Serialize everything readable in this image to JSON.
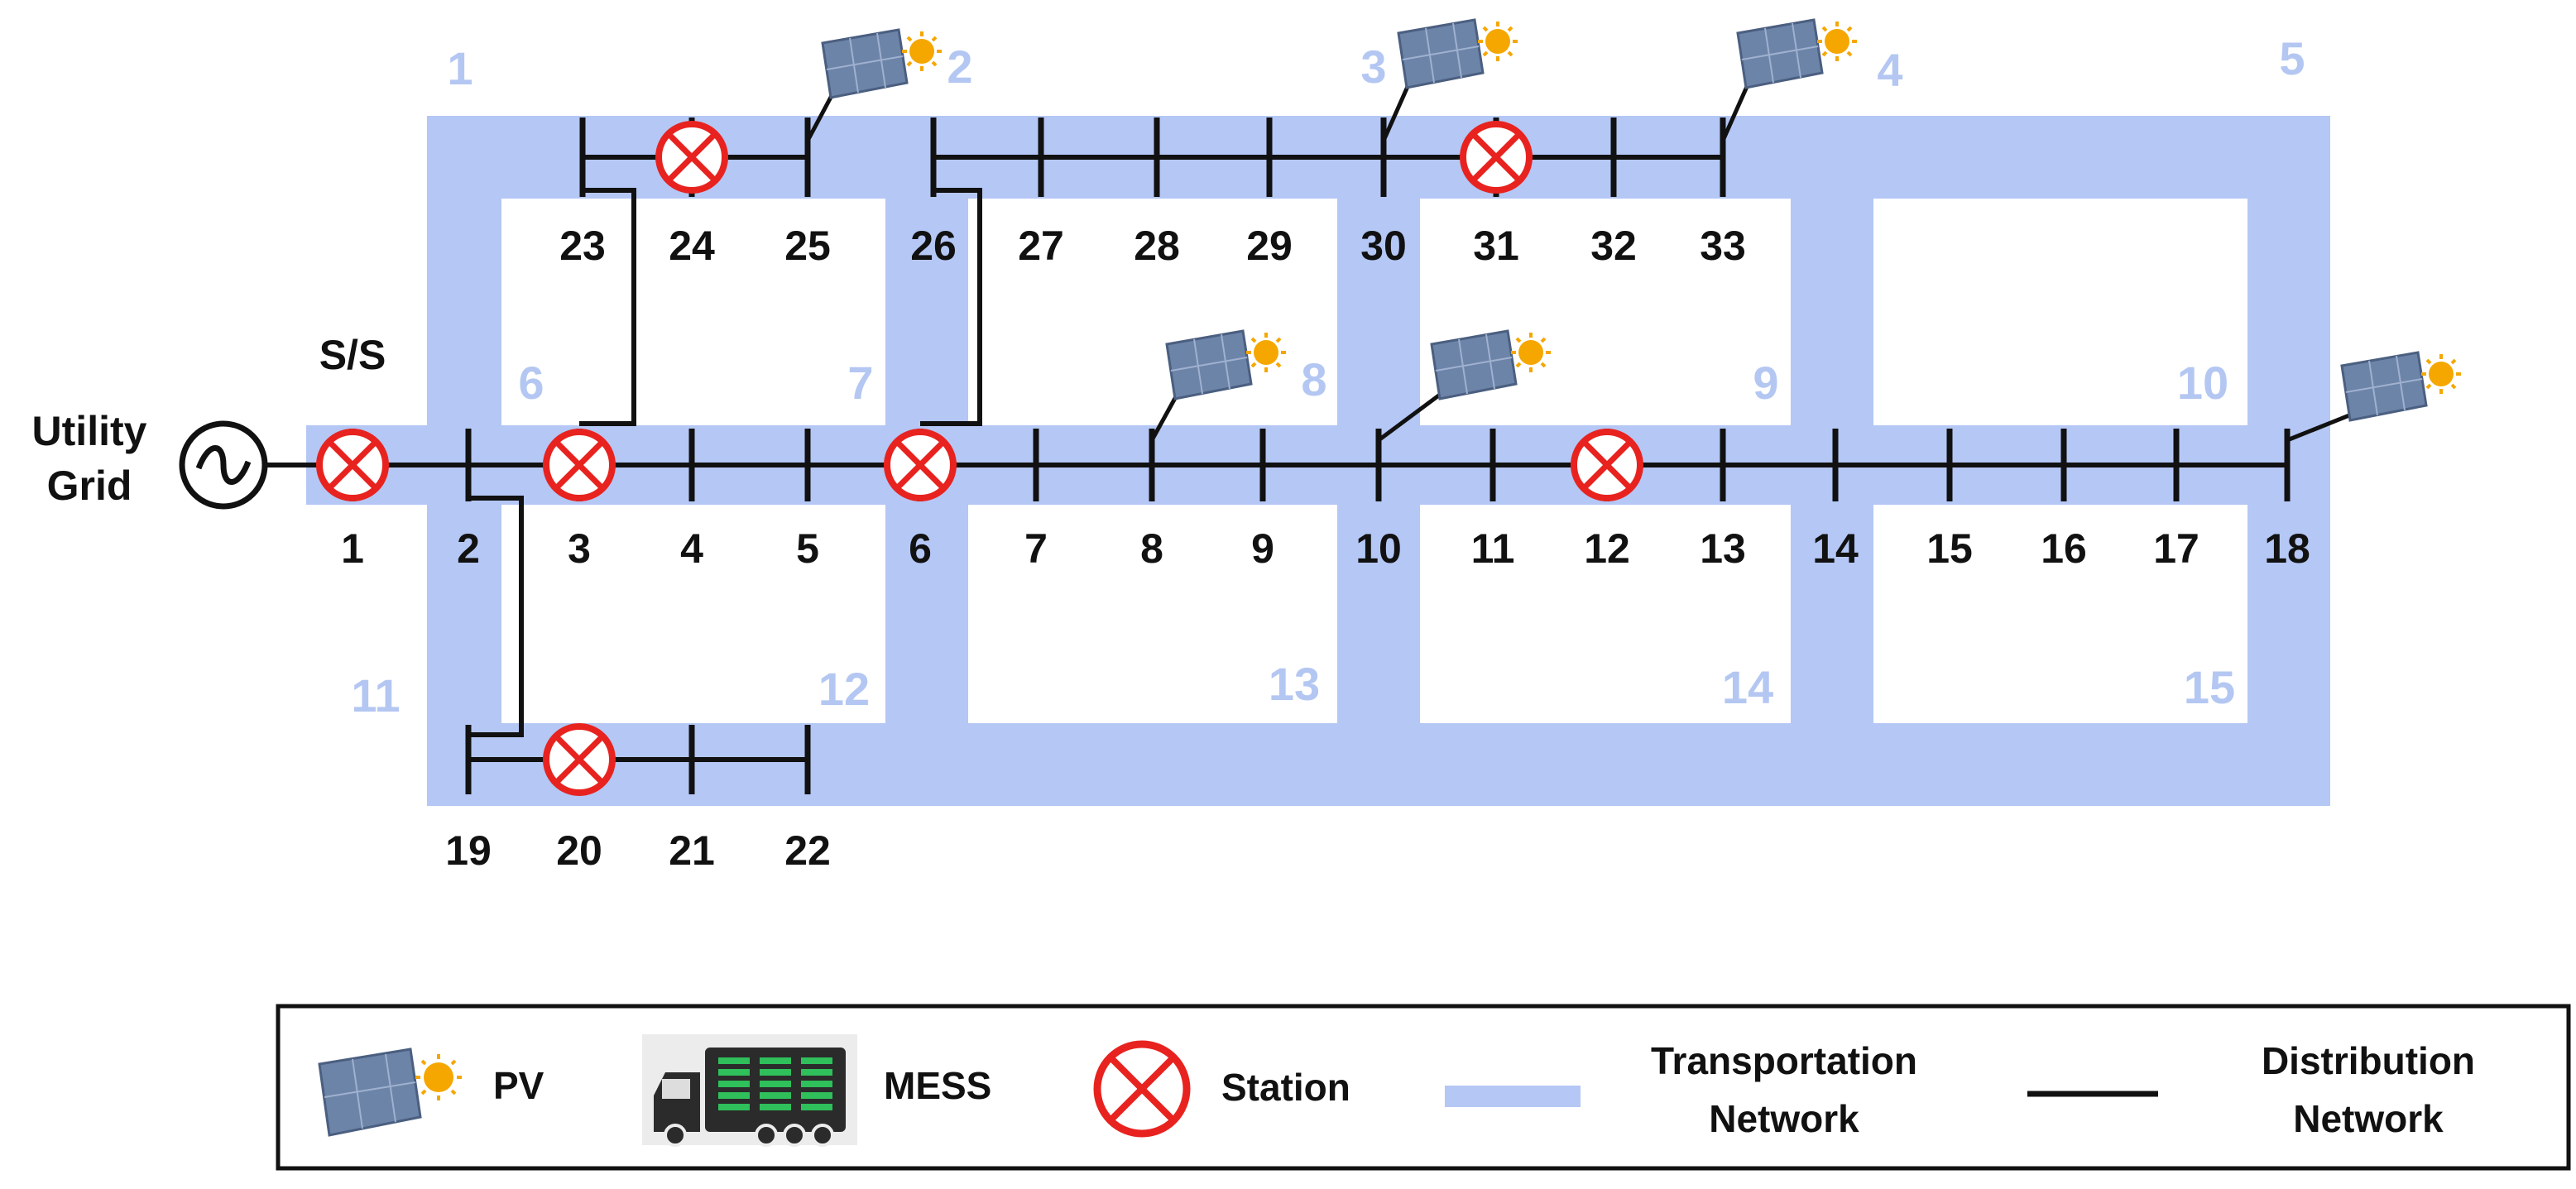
{
  "colors": {
    "transport": "#b4c7f5",
    "zone_label": "#b4c7f2",
    "line": "#111111",
    "station_ring": "#e8231f",
    "pv_panel": "#6d84a9",
    "pv_sun": "#f5a700"
  },
  "source": {
    "line1": "Utility",
    "line2": "Grid",
    "ss": "S/S",
    "icon": "ac-source-icon"
  },
  "zones": [
    "1",
    "2",
    "3",
    "4",
    "5",
    "6",
    "7",
    "8",
    "9",
    "10",
    "11",
    "12",
    "13",
    "14",
    "15"
  ],
  "buses": [
    "1",
    "2",
    "3",
    "4",
    "5",
    "6",
    "7",
    "8",
    "9",
    "10",
    "11",
    "12",
    "13",
    "14",
    "15",
    "16",
    "17",
    "18",
    "19",
    "20",
    "21",
    "22",
    "23",
    "24",
    "25",
    "26",
    "27",
    "28",
    "29",
    "30",
    "31",
    "32",
    "33"
  ],
  "stations_at_buses": [
    "1",
    "3",
    "6",
    "12",
    "20",
    "24",
    "31"
  ],
  "pv_at_buses": [
    "8",
    "10",
    "18",
    "25",
    "30",
    "33"
  ],
  "legend": {
    "pv": "PV",
    "mess": "MESS",
    "station": "Station",
    "transport_1": "Transportation",
    "transport_2": "Network",
    "distribution_1": "Distribution",
    "distribution_2": "Network"
  }
}
